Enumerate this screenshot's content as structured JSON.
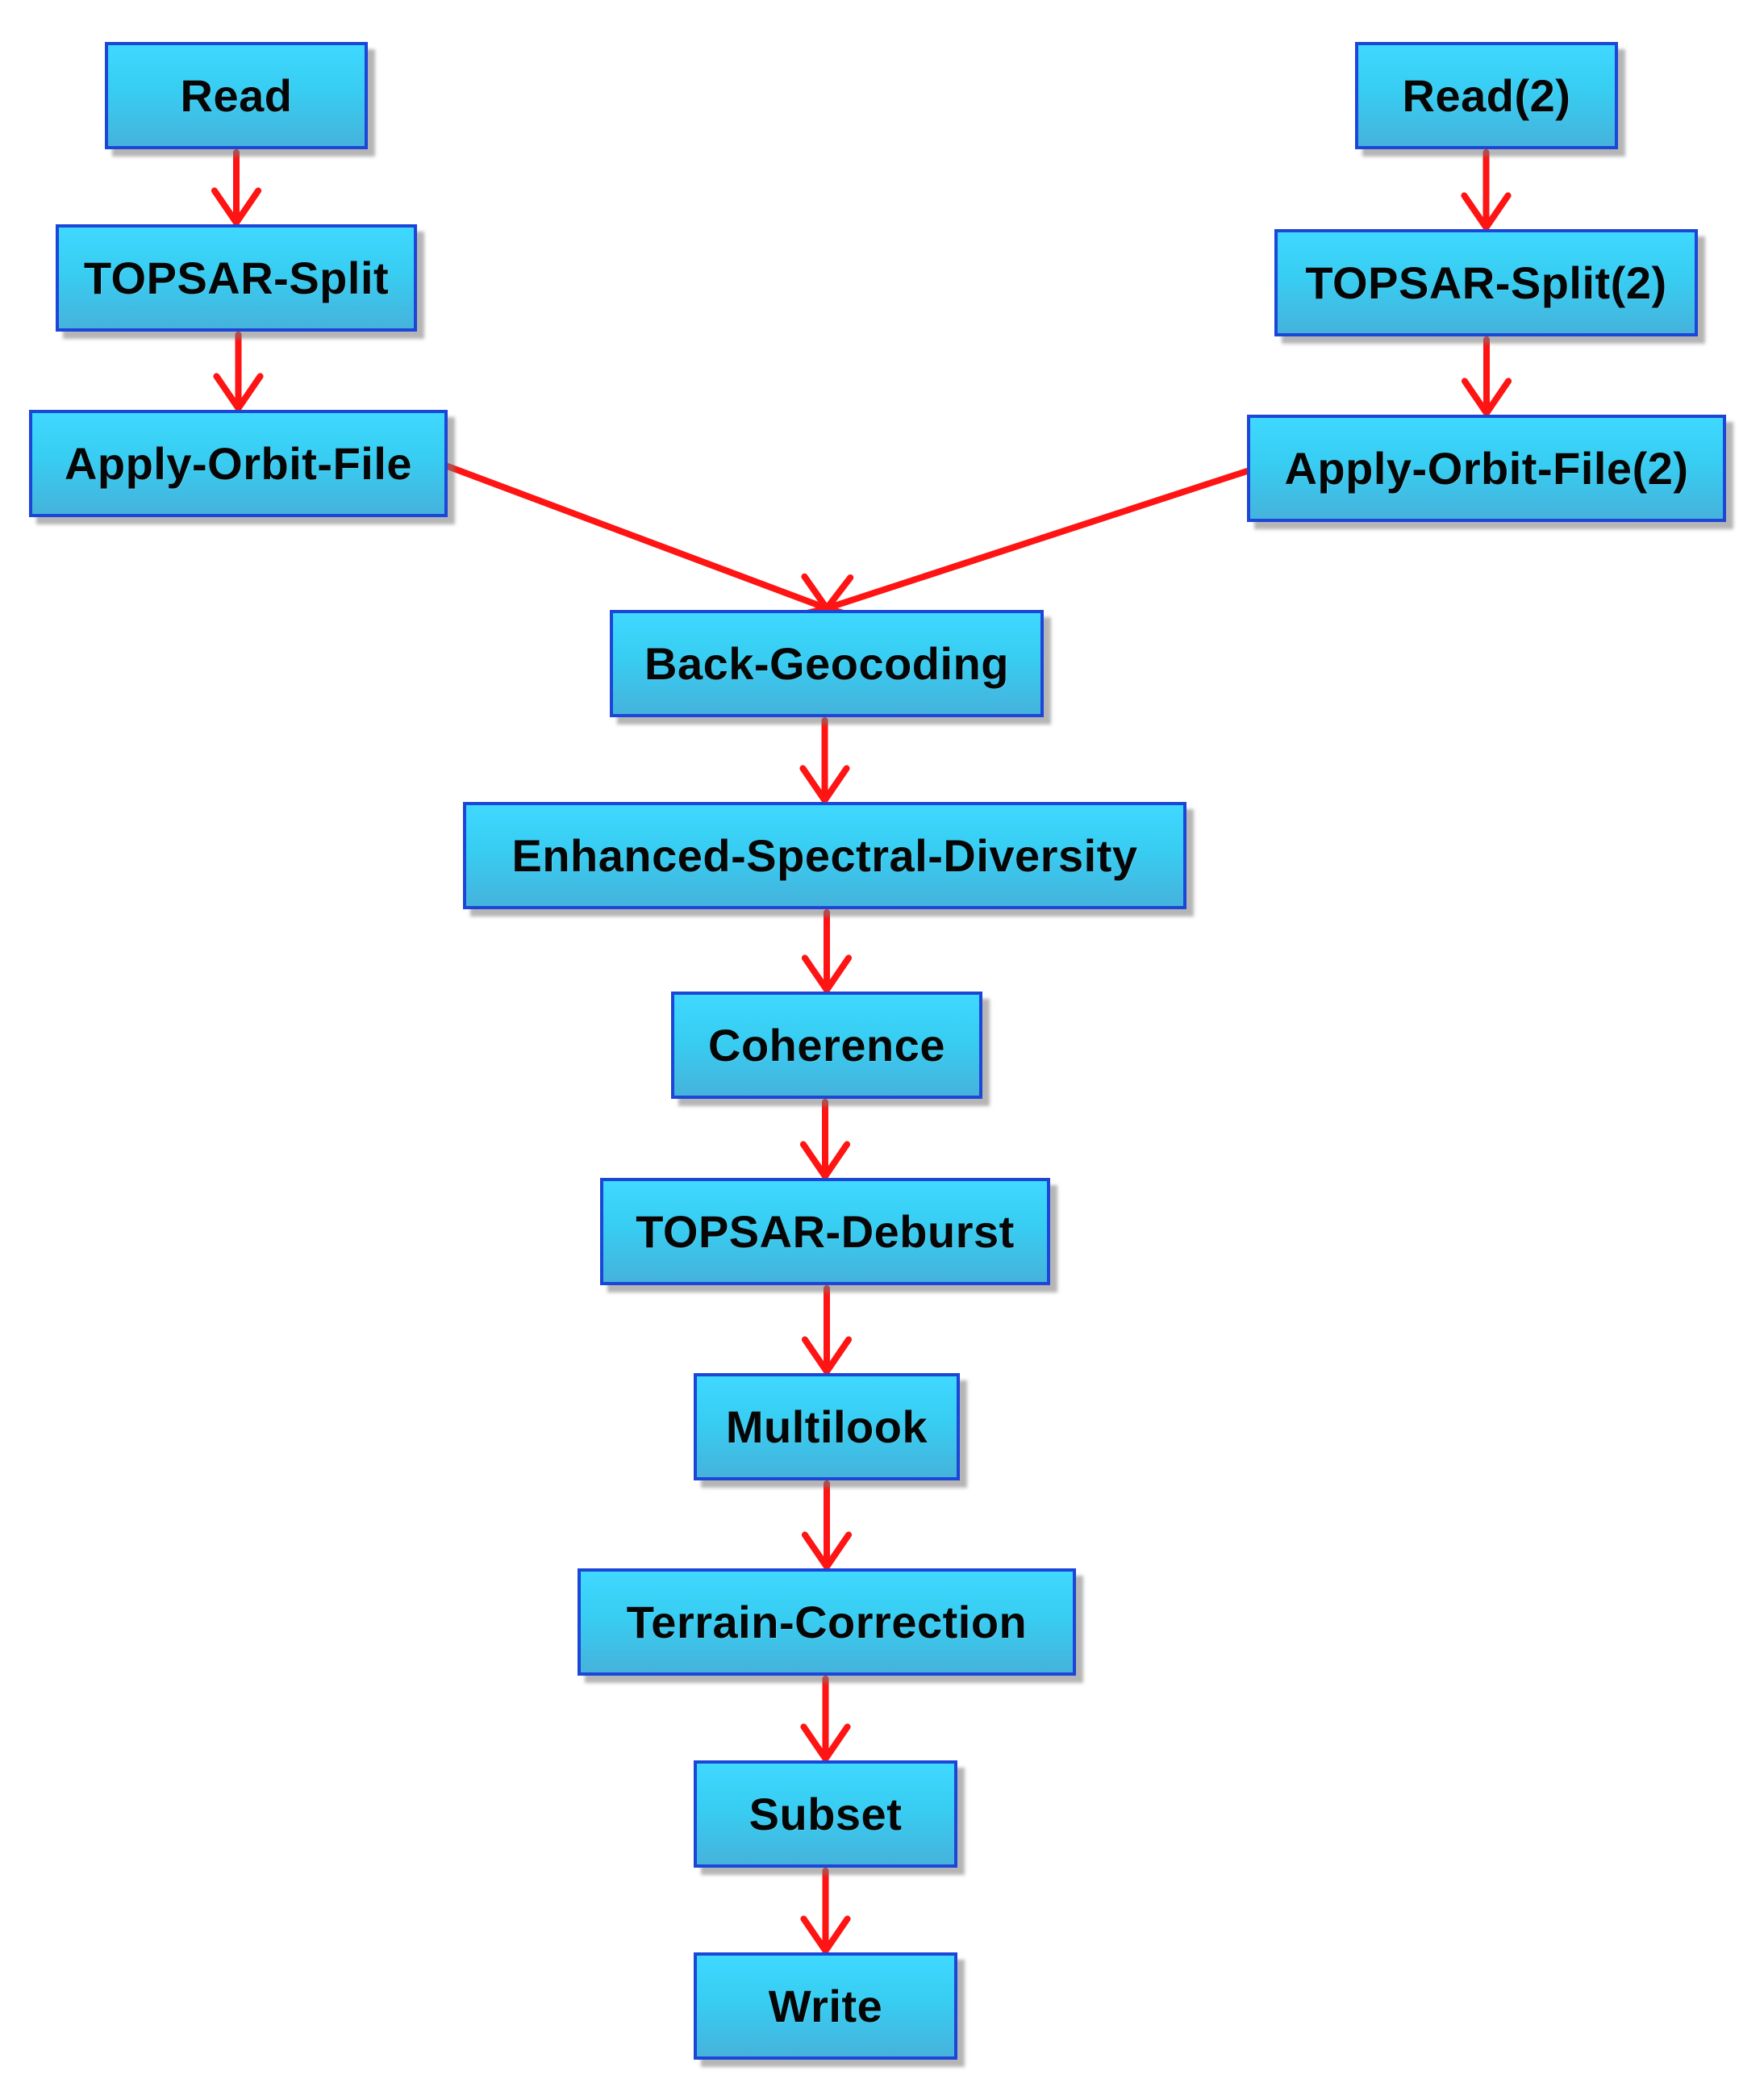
{
  "graph": {
    "nodes": [
      {
        "id": "n-read",
        "label": "Read"
      },
      {
        "id": "n-split",
        "label": "TOPSAR-Split"
      },
      {
        "id": "n-orbit",
        "label": "Apply-Orbit-File"
      },
      {
        "id": "n-read2",
        "label": "Read(2)"
      },
      {
        "id": "n-split2",
        "label": "TOPSAR-Split(2)"
      },
      {
        "id": "n-orbit2",
        "label": "Apply-Orbit-File(2)"
      },
      {
        "id": "n-backgeo",
        "label": "Back-Geocoding"
      },
      {
        "id": "n-esd",
        "label": "Enhanced-Spectral-Diversity"
      },
      {
        "id": "n-coh",
        "label": "Coherence"
      },
      {
        "id": "n-deburst",
        "label": "TOPSAR-Deburst"
      },
      {
        "id": "n-multilook",
        "label": "Multilook"
      },
      {
        "id": "n-terrain",
        "label": "Terrain-Correction"
      },
      {
        "id": "n-subset",
        "label": "Subset"
      },
      {
        "id": "n-write",
        "label": "Write"
      }
    ],
    "edges": [
      {
        "from": "n-read",
        "to": "n-split"
      },
      {
        "from": "n-split",
        "to": "n-orbit"
      },
      {
        "from": "n-read2",
        "to": "n-split2"
      },
      {
        "from": "n-split2",
        "to": "n-orbit2"
      },
      {
        "from": "n-orbit",
        "to": "n-backgeo"
      },
      {
        "from": "n-orbit2",
        "to": "n-backgeo"
      },
      {
        "from": "n-backgeo",
        "to": "n-esd"
      },
      {
        "from": "n-esd",
        "to": "n-coh"
      },
      {
        "from": "n-coh",
        "to": "n-deburst"
      },
      {
        "from": "n-deburst",
        "to": "n-multilook"
      },
      {
        "from": "n-multilook",
        "to": "n-terrain"
      },
      {
        "from": "n-terrain",
        "to": "n-subset"
      },
      {
        "from": "n-subset",
        "to": "n-write"
      }
    ],
    "colors": {
      "node_fill": "#38cdf2",
      "node_border": "#1b46d8",
      "edge": "#ff1414",
      "text": "#060606"
    }
  }
}
